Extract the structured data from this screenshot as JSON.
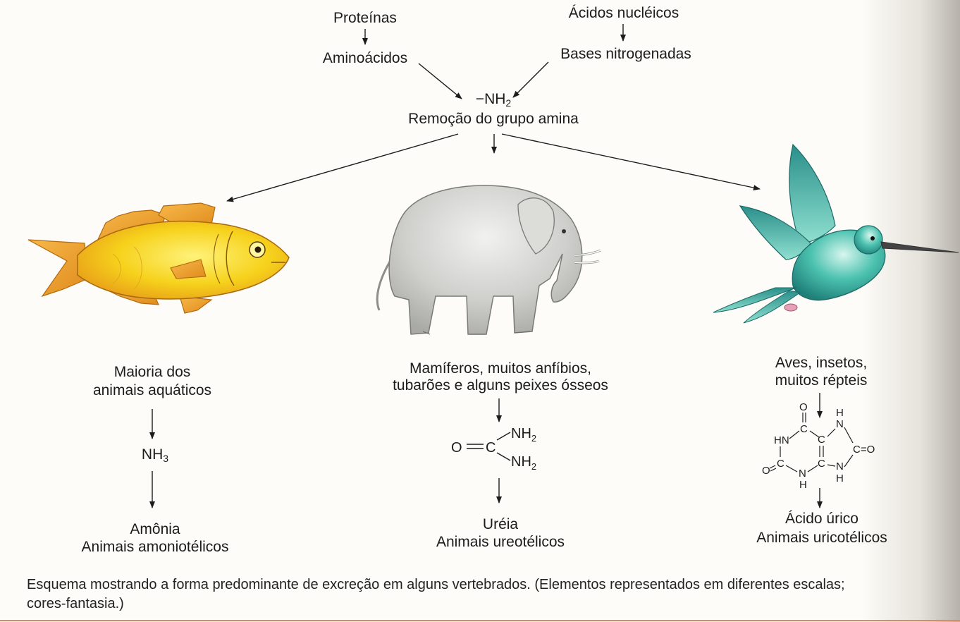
{
  "top": {
    "proteinas": "Proteínas",
    "aminoacidos": "Aminoácidos",
    "acidos_nucleicos": "Ácidos nucléicos",
    "bases": "Bases nitrogenadas",
    "nh2_main": "NH",
    "nh2_sub": "2",
    "remocao": "Remoção do grupo amina"
  },
  "fish": {
    "line1": "Maioria dos",
    "line2": "animais aquáticos",
    "formula_main": "NH",
    "formula_sub": "3",
    "name": "Amônia",
    "type": "Animais amoniotélicos"
  },
  "elephant": {
    "line1": "Mamíferos, muitos anfíbios,",
    "line2": "tubarões e alguns peixes ósseos",
    "name": "Uréia",
    "type": "Animais ureotélicos",
    "urea": {
      "o": "O",
      "c": "C",
      "nh_main": "NH",
      "nh_sub": "2"
    }
  },
  "bird": {
    "line1": "Aves, insetos,",
    "line2": "muitos répteis",
    "name": "Ácido úrico",
    "type": "Animais uricotélicos",
    "uric": {
      "o": "O",
      "c": "C",
      "hn": "HN",
      "n": "N",
      "h": "H",
      "ceq": "C=O"
    }
  },
  "caption": {
    "line1": "Esquema mostrando a forma predominante de excreção em alguns vertebrados. (Elementos representados em diferentes escalas;",
    "line2": "cores-fantasia.)"
  },
  "colors": {
    "fish_body": "#f6d21c",
    "fish_fin": "#f0a22a",
    "elephant": "#c9c9c6",
    "bird": "#3fb8a8"
  }
}
